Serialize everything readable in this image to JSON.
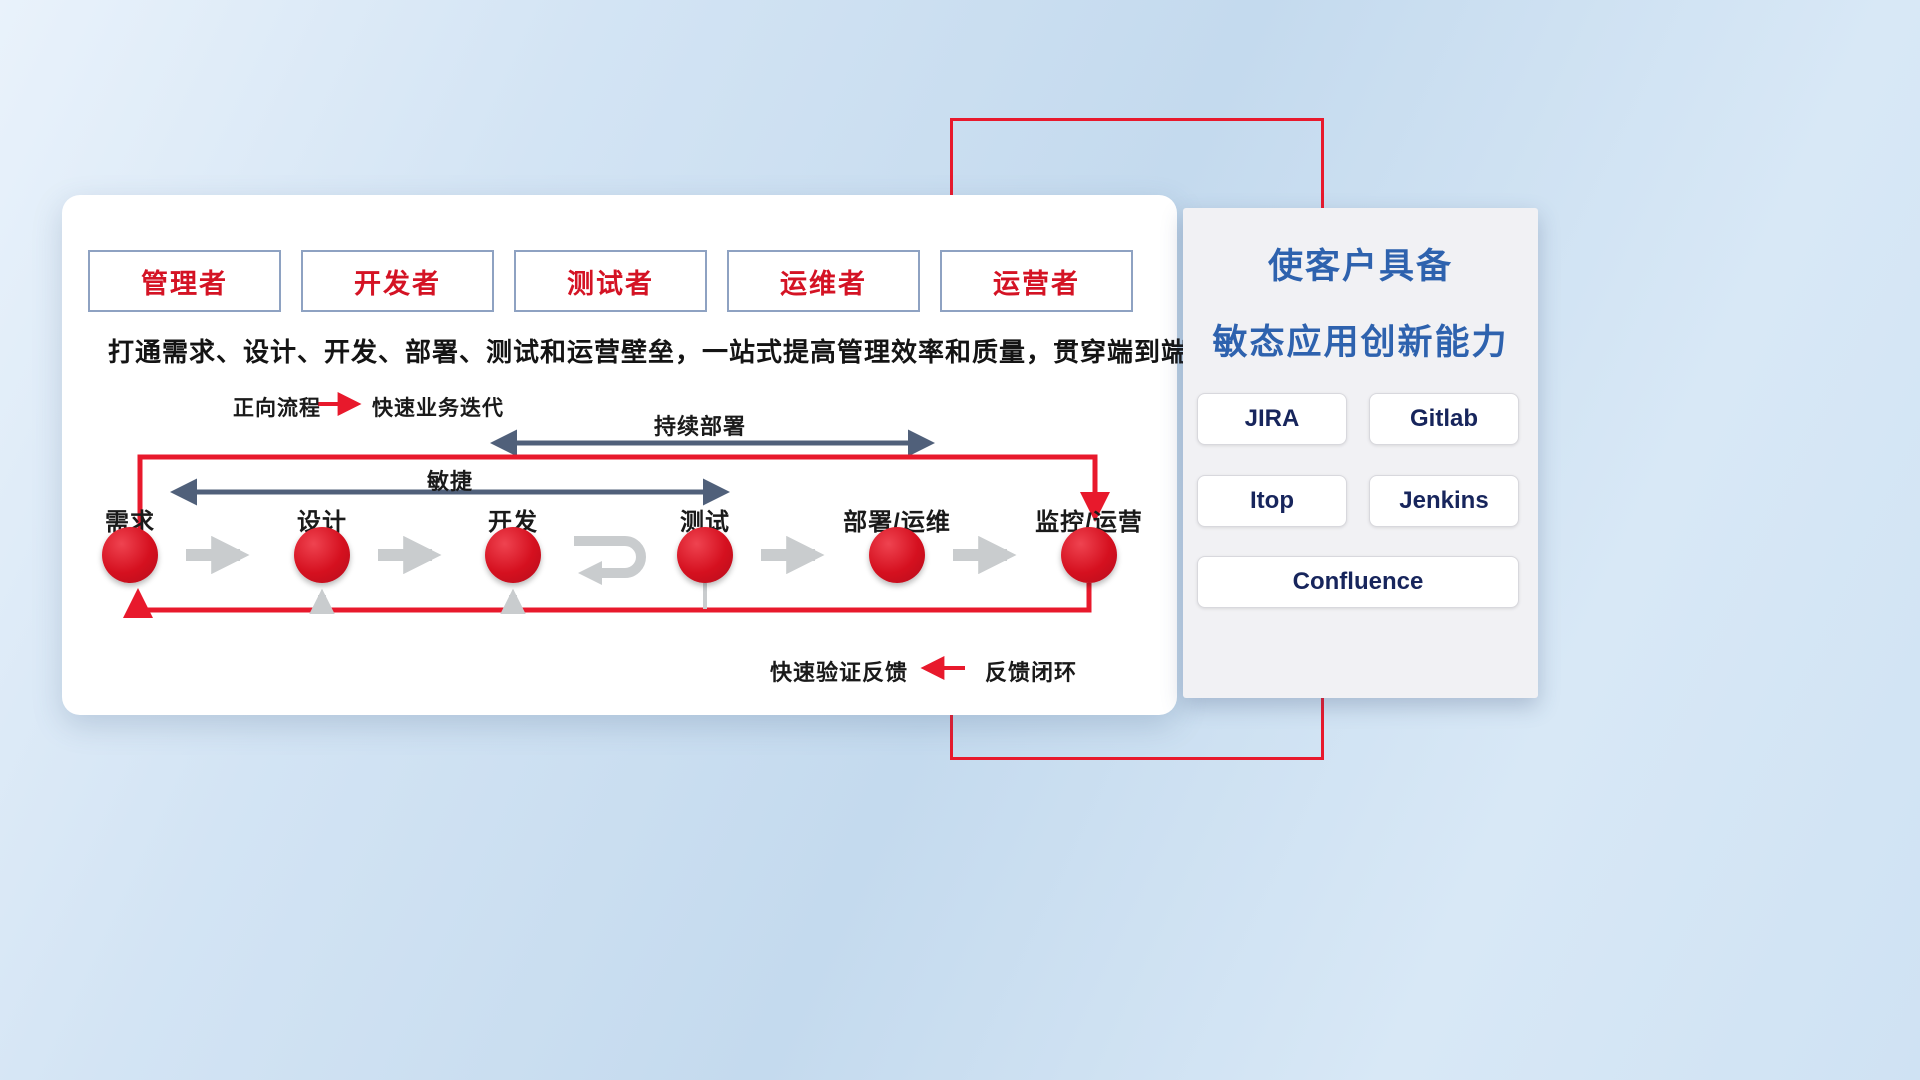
{
  "card": {
    "roles": [
      "管理者",
      "开发者",
      "测试者",
      "运维者",
      "运营者"
    ],
    "headline": "打通需求、设计、开发、部署、测试和运营壁垒，一站式提高管理效率和质量，贯穿端到端全流程",
    "legend_forward": {
      "label": "正向流程",
      "desc": "快速业务迭代"
    },
    "legend_feedback": {
      "label": "快速验证反馈",
      "desc": "反馈闭环"
    },
    "flow_arrows": {
      "agile": "敏捷",
      "continuous_deployment": "持续部署"
    },
    "stages": [
      "需求",
      "设计",
      "开发",
      "测试",
      "部署/运维",
      "监控/运营"
    ]
  },
  "right_panel": {
    "title_line1": "使客户具备",
    "title_line2": "敏态应用创新能力",
    "tools": [
      "JIRA",
      "Gitlab",
      "Itop",
      "Jenkins",
      "Confluence"
    ]
  },
  "colors": {
    "accent_red": "#e8192c",
    "title_blue": "#2e62ae",
    "role_text_red": "#d41324",
    "node_red": "#d5101f",
    "gray_arrow": "#c9ccce",
    "dark_arrow": "#50607a"
  }
}
